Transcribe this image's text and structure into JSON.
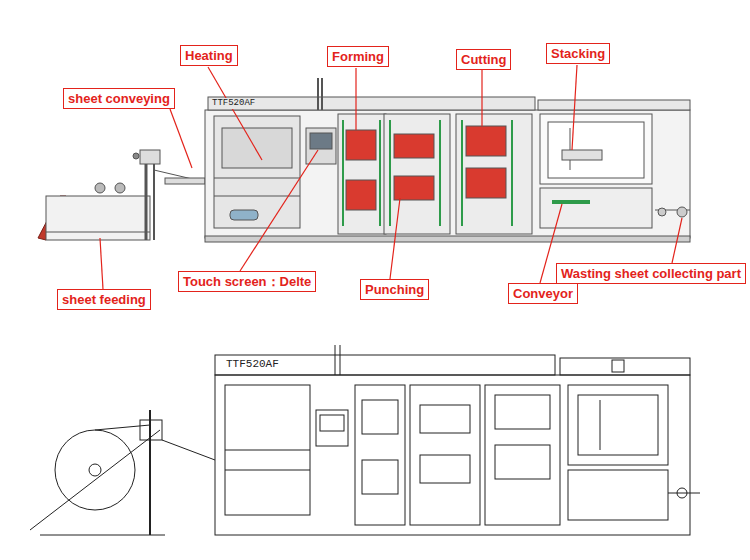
{
  "diagram": {
    "nodes": [
      {
        "text": [
          "Heating"
        ]
      },
      {
        "text": [
          "Forming"
        ]
      },
      {
        "text": [
          "Cutting"
        ]
      },
      {
        "text": [
          "Stacking"
        ]
      },
      {
        "text": [
          "sheet conveying"
        ]
      },
      {
        "text": [
          "Touch screen：Delte"
        ]
      },
      {
        "text": [
          "Punching"
        ]
      },
      {
        "text": [
          "Conveyor"
        ]
      },
      {
        "text": [
          "Wasting sheet collecting part"
        ]
      },
      {
        "text": [
          "sheet feeding"
        ]
      }
    ],
    "labels": [
      "TTF520AF",
      "TTF520AF"
    ]
  }
}
